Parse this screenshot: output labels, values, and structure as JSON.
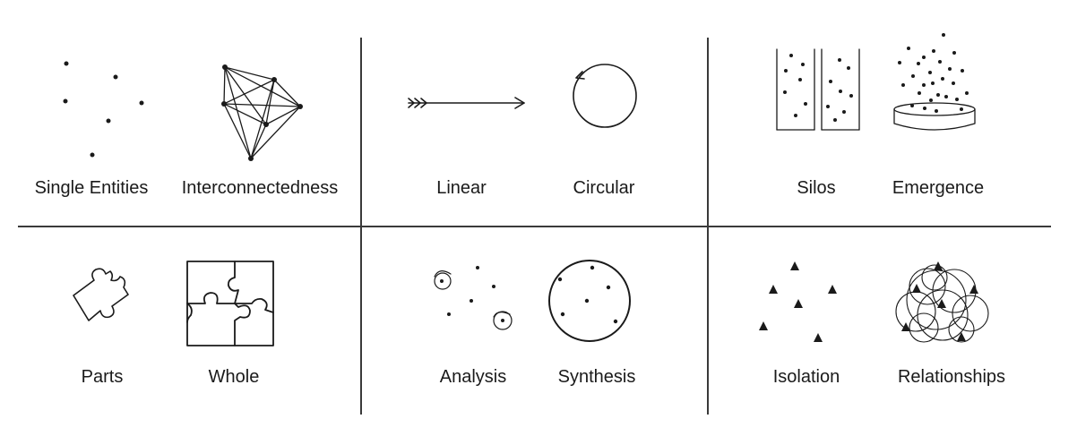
{
  "panels": [
    {
      "left": {
        "label": "Single Entities"
      },
      "right": {
        "label": "Interconnectedness"
      }
    },
    {
      "left": {
        "label": "Linear"
      },
      "right": {
        "label": "Circular"
      }
    },
    {
      "left": {
        "label": "Silos"
      },
      "right": {
        "label": "Emergence"
      }
    },
    {
      "left": {
        "label": "Parts"
      },
      "right": {
        "label": "Whole"
      }
    },
    {
      "left": {
        "label": "Analysis"
      },
      "right": {
        "label": "Synthesis"
      }
    },
    {
      "left": {
        "label": "Isolation"
      },
      "right": {
        "label": "Relationships"
      }
    }
  ],
  "colors": {
    "ink": "#1a1a1a",
    "line": "#3a3a3a",
    "background": "#ffffff"
  }
}
